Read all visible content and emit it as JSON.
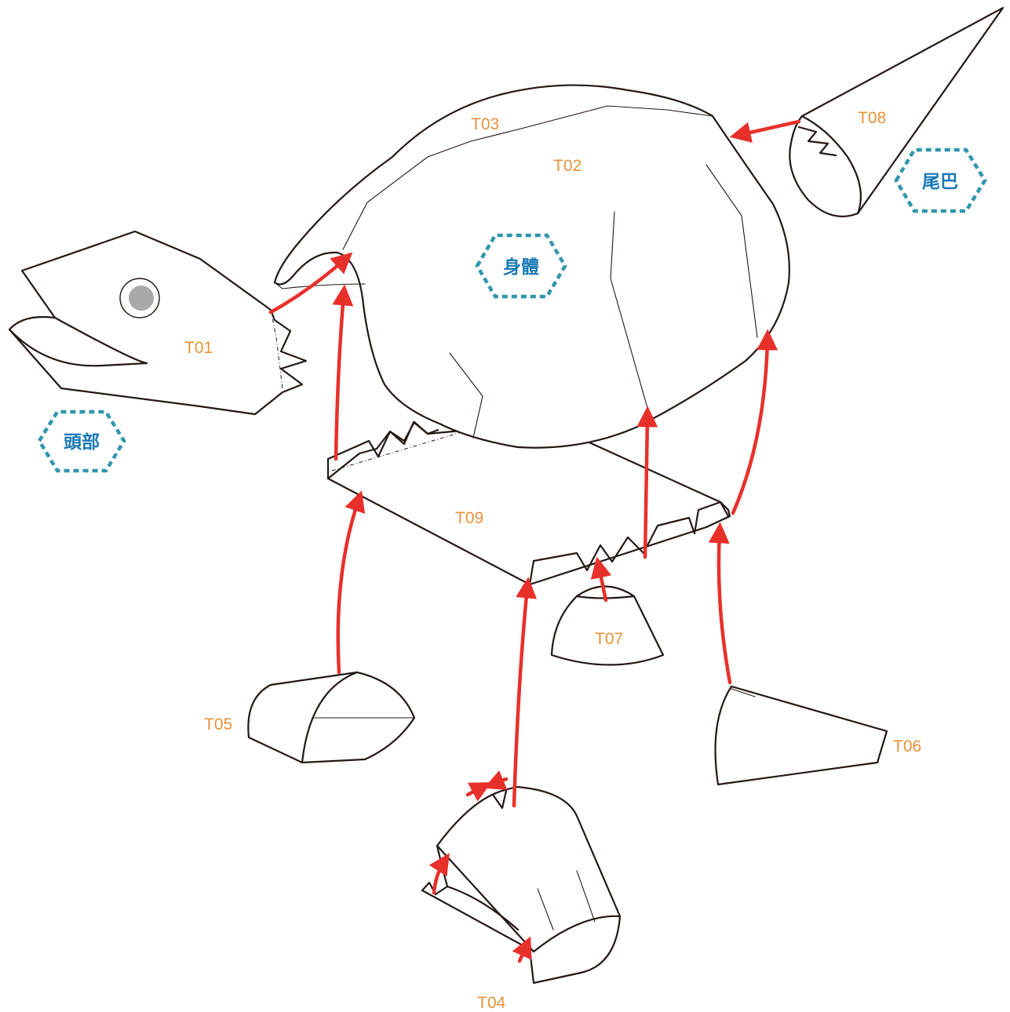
{
  "colors": {
    "outline": "#231815",
    "part_code": "#e8923a",
    "section_label": "#1a7ab5",
    "hex_border": "#2f96ad",
    "arrow": "#e8302a",
    "eye_outer": "#ffffff",
    "eye_inner": "#a9a9a9"
  },
  "icons": {
    "eye": "eye-icon",
    "arrow": "red-arrow-icon"
  },
  "parts": {
    "t01": "T01",
    "t02": "T02",
    "t03": "T03",
    "t04": "T04",
    "t05": "T05",
    "t06": "T06",
    "t07": "T07",
    "t08": "T08",
    "t09": "T09"
  },
  "sections": {
    "head": "頭部",
    "body": "身體",
    "tail": "尾巴"
  }
}
